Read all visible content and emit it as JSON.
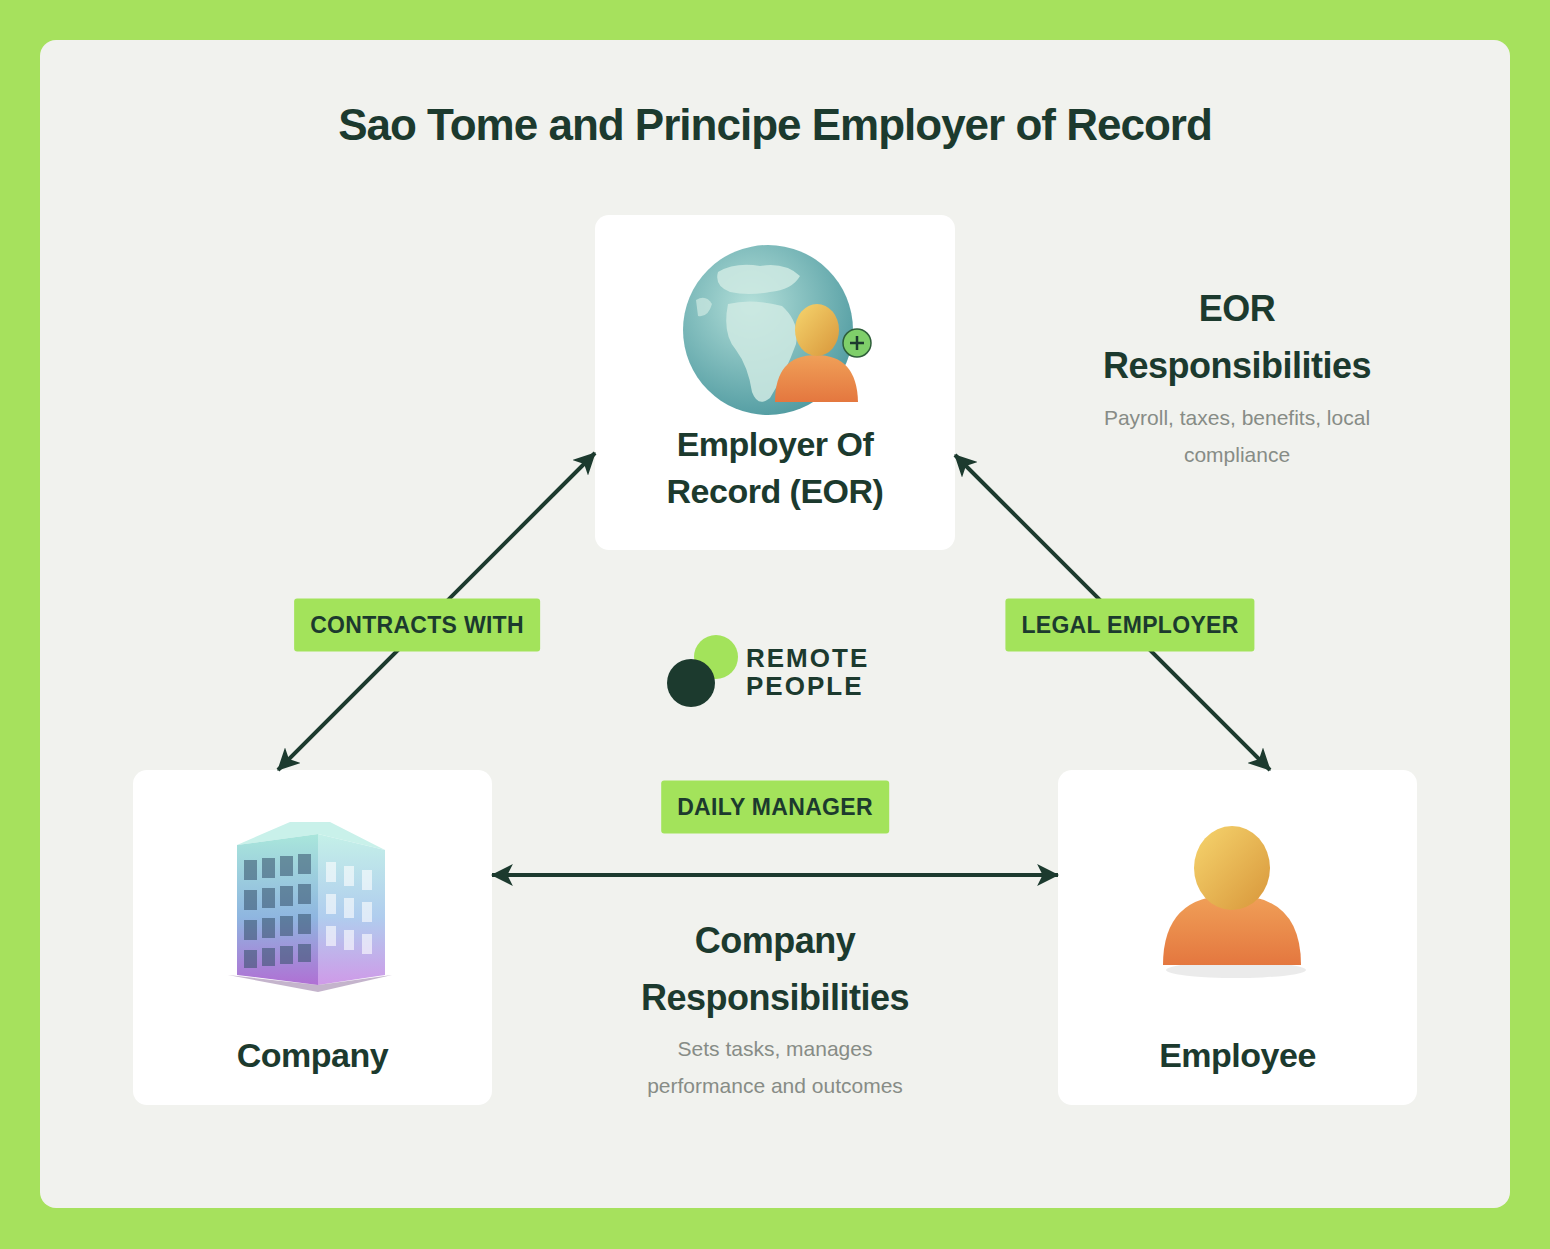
{
  "diagram": {
    "title": "Sao Tome and Principe Employer of Record",
    "nodes": [
      {
        "text": [
          "Employer Of Record (EOR)"
        ]
      },
      {
        "text": [
          "Company"
        ]
      },
      {
        "text": [
          "Employee"
        ]
      }
    ],
    "edges": [
      {
        "from": 0,
        "to": 1,
        "arrow": "both",
        "label": "CONTRACTS WITH"
      },
      {
        "from": 0,
        "to": 2,
        "arrow": "both",
        "label": "LEGAL EMPLOYER"
      },
      {
        "from": 1,
        "to": 2,
        "arrow": "both",
        "label": "DAILY MANAGER"
      }
    ],
    "labels": [
      "EOR Responsibilities",
      "Payroll, taxes, benefits, local compliance",
      "REMOTE PEOPLE",
      "Company Responsibilities",
      "Sets tasks, manages performance and outcomes"
    ]
  }
}
